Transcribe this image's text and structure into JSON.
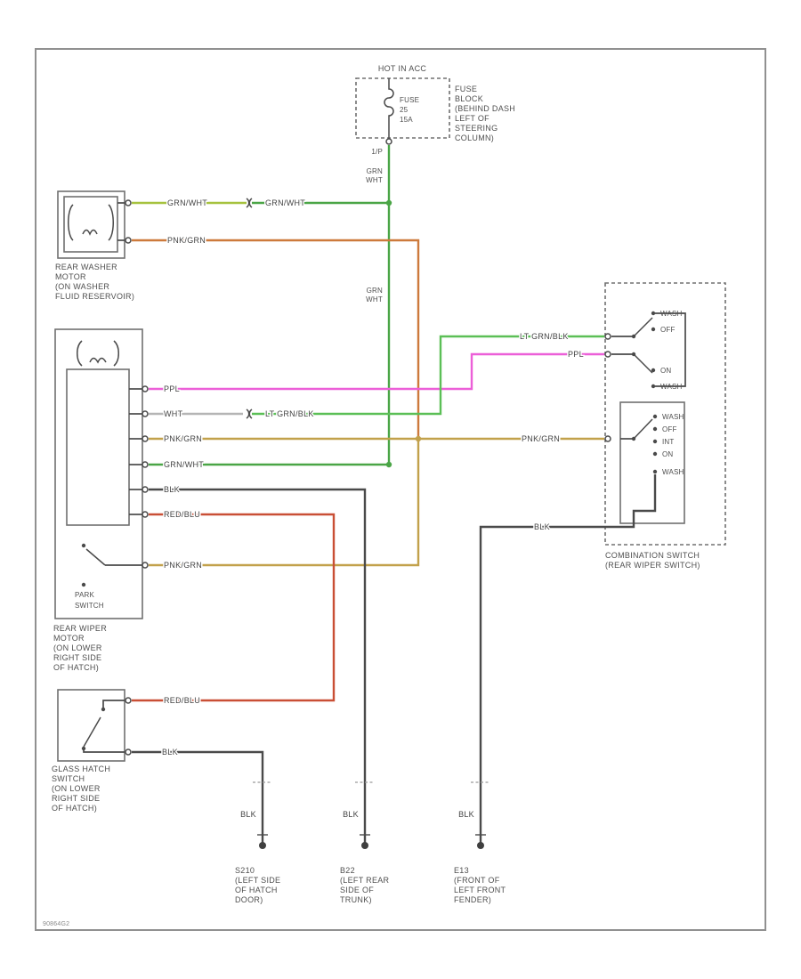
{
  "diagram": {
    "code": "90864G2"
  },
  "colors": {
    "green": "#4aa546",
    "green_yellow": "#a6c23e",
    "lt_green": "#5bbf56",
    "magenta": "#ec5fd8",
    "tan": "#c2a14b",
    "orange": "#cd7a3c",
    "red": "#c94f35",
    "black_wire": "#4a4a4a",
    "white_wire": "#b5b5b5"
  },
  "fuse_area": {
    "hot": "HOT IN ACC",
    "fuse_label": [
      "FUSE",
      "25",
      "15A"
    ],
    "block_label": [
      "FUSE",
      "BLOCK",
      "(BEHIND DASH",
      "LEFT OF",
      "STEERING",
      "COLUMN)"
    ],
    "pin": "1/P",
    "wire_label_1": [
      "GRN",
      "WHT"
    ],
    "wire_label_2": [
      "GRN",
      "WHT"
    ]
  },
  "washer_motor": {
    "name": [
      "REAR WASHER",
      "MOTOR",
      "(ON WASHER",
      "FLUID RESERVOIR)"
    ],
    "wire_a": "GRN/WHT",
    "wire_b": "GRN/WHT",
    "wire_c": "PNK/GRN"
  },
  "wiper_motor": {
    "name": [
      "REAR WIPER",
      "MOTOR",
      "(ON LOWER",
      "RIGHT SIDE",
      "OF HATCH)"
    ],
    "park_switch": [
      "PARK",
      "SWITCH"
    ],
    "wires": {
      "ppl": "PPL",
      "wht": "WHT",
      "lt_grn_blk": "LT GRN/BLK",
      "pnk_grn": "PNK/GRN",
      "grn_wht": "GRN/WHT",
      "blk": "BLK",
      "red_blu": "RED/BLU",
      "park": "PNK/GRN"
    }
  },
  "combination_switch": {
    "name": [
      "COMBINATION SWITCH",
      "(REAR WIPER SWITCH)"
    ],
    "wires": {
      "lt_grn_blk": "LT GRN/BLK",
      "ppl": "PPL",
      "pnk_grn": "PNK/GRN",
      "blk": "BLK"
    },
    "top_positions": [
      "WASH",
      "OFF",
      "ON",
      "WASH"
    ],
    "inner_positions": [
      "WASH",
      "OFF",
      "INT",
      "ON",
      "WASH"
    ]
  },
  "hatch_switch": {
    "name": [
      "GLASS HATCH",
      "SWITCH",
      "(ON LOWER",
      "RIGHT SIDE",
      "OF HATCH)"
    ],
    "red_blu": "RED/BLU",
    "blk": "BLK"
  },
  "grounds": {
    "s210": {
      "wire": "BLK",
      "name": [
        "S210",
        "(LEFT SIDE",
        "OF HATCH",
        "DOOR)"
      ]
    },
    "b22": {
      "wire": "BLK",
      "name": [
        "B22",
        "(LEFT REAR",
        "SIDE OF",
        "TRUNK)"
      ]
    },
    "e13": {
      "wire": "BLK",
      "name": [
        "E13",
        "(FRONT OF",
        "LEFT FRONT",
        "FENDER)"
      ]
    }
  }
}
